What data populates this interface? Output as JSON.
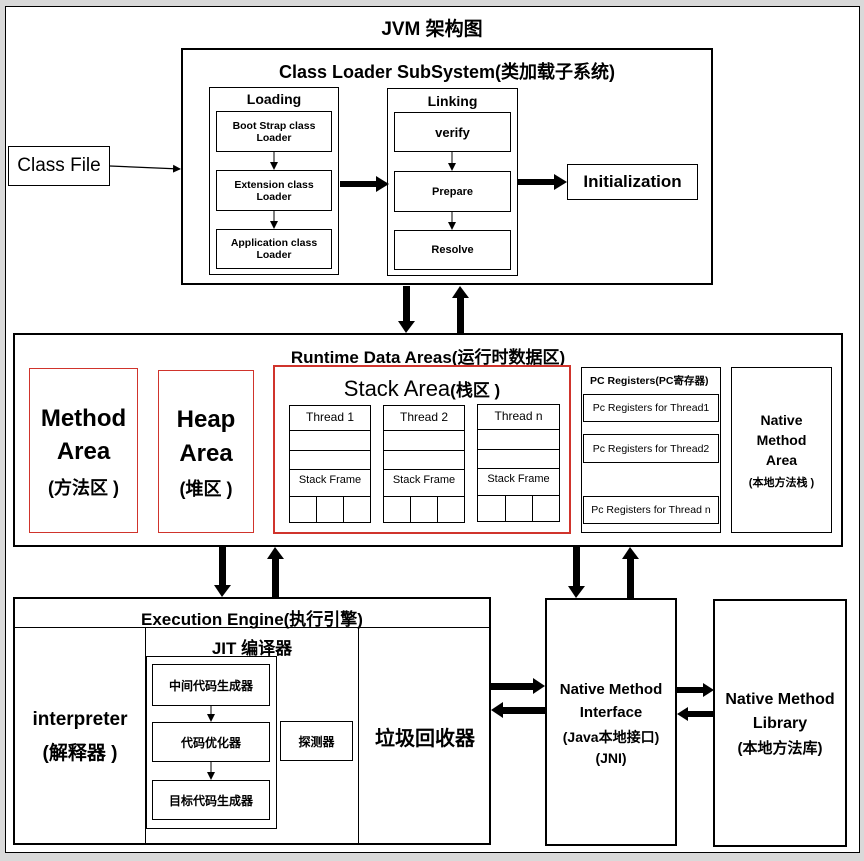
{
  "title": "JVM 架构图",
  "class_file": "Class File",
  "class_loader": {
    "title": "Class Loader SubSystem(类加载子系统)",
    "loading": {
      "title": "Loading",
      "items": [
        "Boot Strap class Loader",
        "Extension class Loader",
        "Application class Loader"
      ]
    },
    "linking": {
      "title": "Linking",
      "items": [
        "verify",
        "Prepare",
        "Resolve"
      ]
    },
    "initialization": "Initialization"
  },
  "runtime": {
    "title": "Runtime Data Areas(运行时数据区)",
    "method_area": {
      "line1": "Method",
      "line2": "Area",
      "line3": "(方法区 )"
    },
    "heap_area": {
      "line1": "Heap",
      "line2": "Area",
      "line3": "(堆区 )"
    },
    "stack_area": {
      "title": "Stack Area",
      "title_cn": "(栈区 )",
      "threads": [
        "Thread 1",
        "Thread 2",
        "Thread n"
      ],
      "frame_label": "Stack Frame"
    },
    "pc_registers": {
      "title": "PC Registers(PC寄存器)",
      "items": [
        "Pc Registers for Thread1",
        "Pc Registers for Thread2",
        "Pc Registers for Thread n"
      ]
    },
    "native_stack": {
      "line1": "Native",
      "line2": "Method",
      "line3": "Area",
      "line4": "(本地方法栈 )"
    }
  },
  "execution": {
    "title": "Execution Engine(执行引擎)",
    "interpreter": {
      "line1": "interpreter",
      "line2": "(解释器 )"
    },
    "jit": {
      "title": "JIT 编译器",
      "items": [
        "中间代码生成器",
        "代码优化器",
        "目标代码生成器"
      ],
      "profiler": "探测器"
    },
    "gc": "垃圾回收器"
  },
  "jni": {
    "line1": "Native Method",
    "line2": "Interface",
    "line3": "(Java本地接口)",
    "line4": "(JNI)"
  },
  "native_lib": {
    "line1": "Native Method",
    "line2": "Library",
    "line3": "(本地方法库)"
  },
  "colors": {
    "background": "#d9d9d9",
    "highlight": "#d0342c"
  }
}
